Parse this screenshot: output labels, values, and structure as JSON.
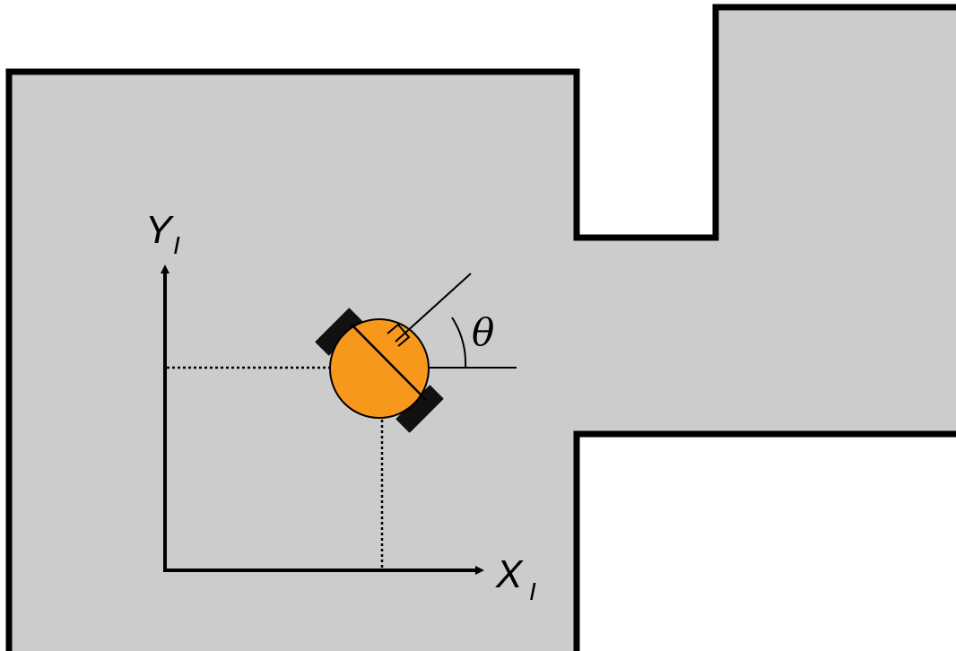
{
  "colors": {
    "floor": "#cccccc",
    "wall": "#000000",
    "robot_body": "#f7981d",
    "wheel": "#111111",
    "background": "#ffffff",
    "faded_text": "#d0d0d0"
  },
  "labels": {
    "y_axis": "Y",
    "y_axis_sub": "I",
    "x_axis": "X",
    "x_axis_sub": "I",
    "angle": "θ"
  }
}
